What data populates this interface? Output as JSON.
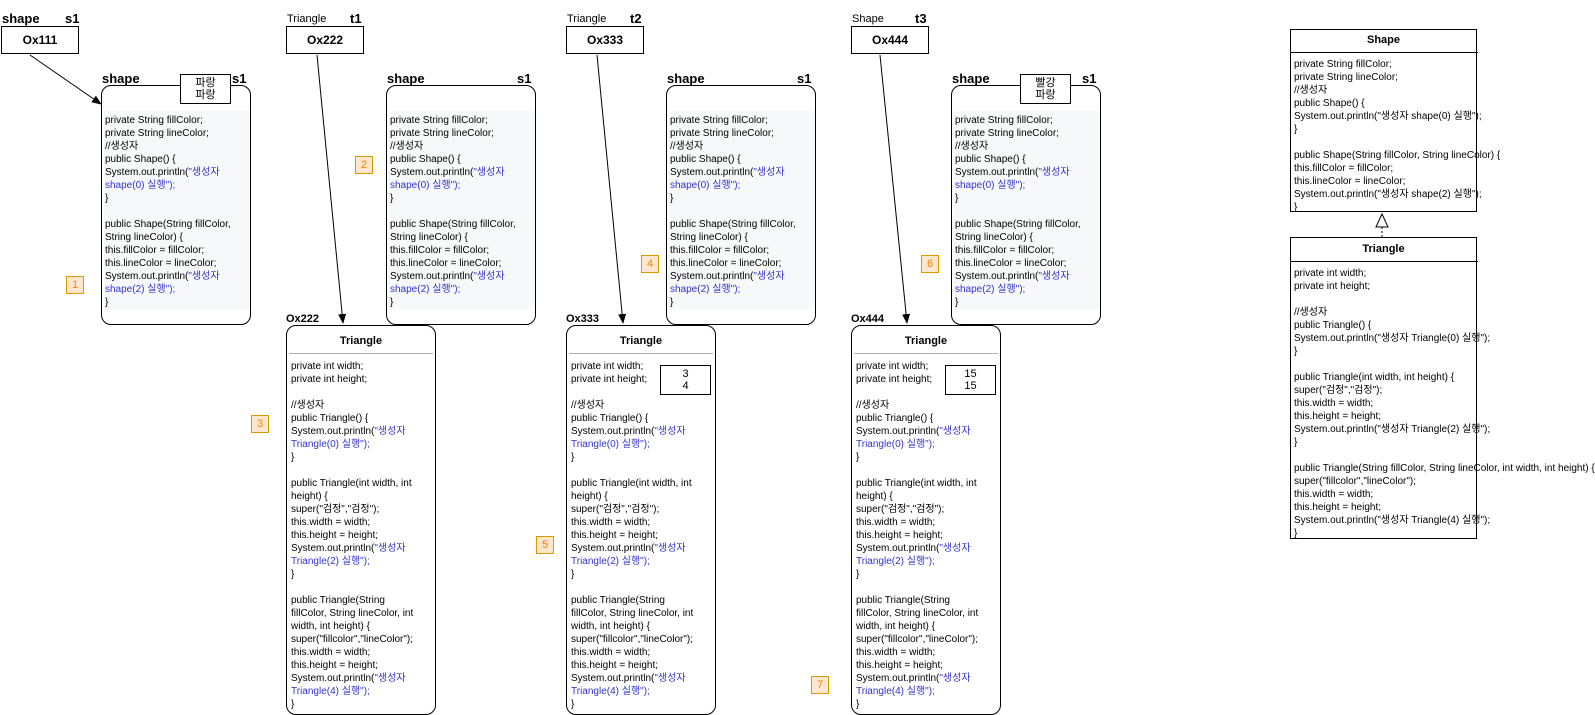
{
  "refs": [
    {
      "type": "shape",
      "var": "s1",
      "addr": "Ox111"
    },
    {
      "type": "Triangle",
      "var": "t1",
      "addr": "Ox222"
    },
    {
      "type": "Triangle",
      "var": "t2",
      "addr": "Ox333"
    },
    {
      "type": "Shape",
      "var": "t3",
      "addr": "Ox444"
    }
  ],
  "shape_objects": [
    {
      "title": "shape",
      "var": "s1",
      "fields": [
        "파랑",
        "파랑"
      ]
    },
    {
      "title": "shape",
      "var": "s1"
    },
    {
      "title": "shape",
      "var": "s1"
    },
    {
      "title": "shape",
      "var": "s1",
      "fields": [
        "빨강",
        "파랑"
      ]
    }
  ],
  "triangle_objects": [
    {
      "addr": "Ox222",
      "title": "Triangle"
    },
    {
      "addr": "Ox333",
      "title": "Triangle",
      "fields": [
        "3",
        "4"
      ]
    },
    {
      "addr": "Ox444",
      "title": "Triangle",
      "fields": [
        "15",
        "15"
      ]
    }
  ],
  "steps": [
    "1",
    "2",
    "3",
    "4",
    "5",
    "6",
    "7"
  ],
  "shape_code": {
    "l1": "private String fillColor;",
    "l2": "private String lineColor;",
    "l3": "//생성자",
    "l4": "public Shape() {",
    "l5a": "System.out.println(",
    "l5b": "\"생성자",
    "l6": "shape(0) 실행\");",
    "l7": "}",
    "l8": "public Shape(String fillColor,",
    "l9": "String lineColor) {",
    "l10": "this.fillColor = fillColor;",
    "l11": "this.lineColor = lineColor;",
    "l12a": "System.out.println(",
    "l12b": "\"생성자",
    "l13": "shape(2) 실행\");",
    "l14": "}"
  },
  "triangle_code": {
    "l1": "private int width;",
    "l2": "private int height;",
    "l3": "//생성자",
    "l4": "public Triangle() {",
    "l5a": "System.out.println(",
    "l5b": "\"생성자",
    "l6": "Triangle(0) 실행\");",
    "l7": "}",
    "l8": "public Triangle(int width, int",
    "l9": "height) {",
    "l10": "super(\"검정\",\"검정\");",
    "l11": "this.width = width;",
    "l12": "this.height = height;",
    "l13a": "System.out.println(",
    "l13b": "\"생성자",
    "l14": "Triangle(2) 실행\");",
    "l15": "}",
    "l16": "public Triangle(String",
    "l17": "fillColor, String lineColor, int",
    "l18": "width, int height) {",
    "l19": "super(\"fillcolor\",\"lineColor\");",
    "l20": "this.width = width;",
    "l21": "this.height = height;",
    "l22a": "System.out.println(",
    "l22b": "\"생성자",
    "l23": "Triangle(4) 실행\");",
    "l24": "}"
  },
  "uml_shape": {
    "title": "Shape",
    "lines": [
      "private String fillColor;",
      "private String lineColor;",
      "//생성자",
      "public Shape() {",
      "System.out.println(\"생성자 shape(0) 실행\");",
      "}",
      "",
      "public Shape(String fillColor, String lineColor) {",
      "this.fillColor = fillColor;",
      "this.lineColor = lineColor;",
      "System.out.println(\"생성자 shape(2) 실행\");",
      "}"
    ]
  },
  "uml_triangle": {
    "title": "Triangle",
    "lines": [
      "private int width;",
      "private int height;",
      "",
      "//생성자",
      "public Triangle() {",
      "System.out.println(\"생성자 Triangle(0) 실행\");",
      "}",
      "",
      "public Triangle(int width, int height) {",
      "super(\"검정\",\"검정\");",
      "this.width = width;",
      "this.height = height;",
      "System.out.println(\"생성자 Triangle(2) 실행\");",
      "}",
      "",
      "public Triangle(String fillColor, String lineColor, int width, int height) {",
      "super(\"fillcolor\",\"lineColor\");",
      "this.width = width;",
      "this.height = height;",
      "System.out.println(\"생성자 Triangle(4) 실행\");",
      "}"
    ]
  },
  "colors": {
    "string_literal": "#3333cc",
    "step_fill": "#ffe6cc",
    "step_border": "#d79b00",
    "step_text": "#ff8000",
    "code_bg": "#f7f8fa"
  }
}
